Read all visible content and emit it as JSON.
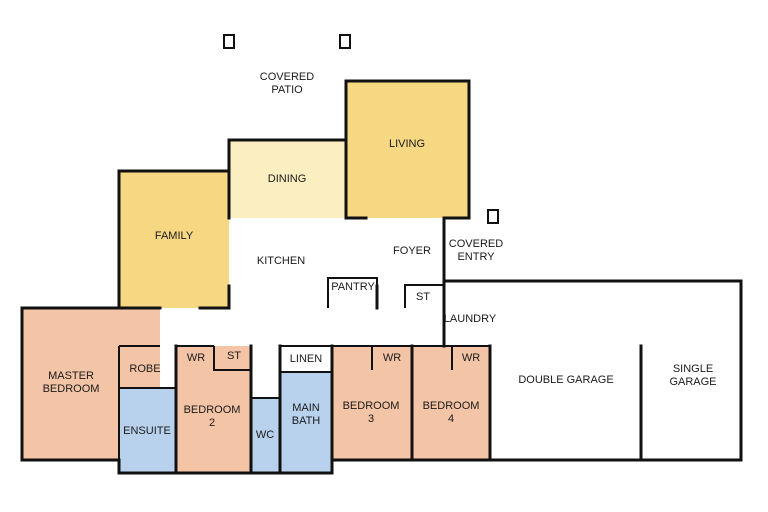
{
  "colors": {
    "living": "#f6d882",
    "family": "#f6d882",
    "dining": "#fbeec0",
    "bedroom": "#f4c4a6",
    "wet": "#b8d2ee",
    "white": "#ffffff",
    "wall": "#111111"
  },
  "rooms": {
    "covered_patio": [
      "COVERED",
      "PATIO"
    ],
    "living": [
      "LIVING"
    ],
    "dining": [
      "DINING"
    ],
    "family": [
      "FAMILY"
    ],
    "kitchen": [
      "KITCHEN"
    ],
    "pantry": [
      "PANTRY"
    ],
    "foyer": [
      "FOYER"
    ],
    "covered_entry": [
      "COVERED",
      "ENTRY"
    ],
    "st_foyer": [
      "ST"
    ],
    "laundry": [
      "LAUNDRY"
    ],
    "master_bedroom": [
      "MASTER",
      "BEDROOM"
    ],
    "robe": [
      "ROBE"
    ],
    "ensuite": [
      "ENSUITE"
    ],
    "wr_bed2": [
      "WR"
    ],
    "st_hall": [
      "ST"
    ],
    "bedroom2": [
      "BEDROOM",
      "2"
    ],
    "wc": [
      "WC"
    ],
    "linen": [
      "LINEN"
    ],
    "main_bath": [
      "MAIN",
      "BATH"
    ],
    "wr_bed3": [
      "WR"
    ],
    "bedroom3": [
      "BEDROOM",
      "3"
    ],
    "wr_bed4": [
      "WR"
    ],
    "bedroom4": [
      "BEDROOM",
      "4"
    ],
    "double_garage": [
      "DOUBLE GARAGE"
    ],
    "single_garage": [
      "SINGLE",
      "GARAGE"
    ]
  }
}
